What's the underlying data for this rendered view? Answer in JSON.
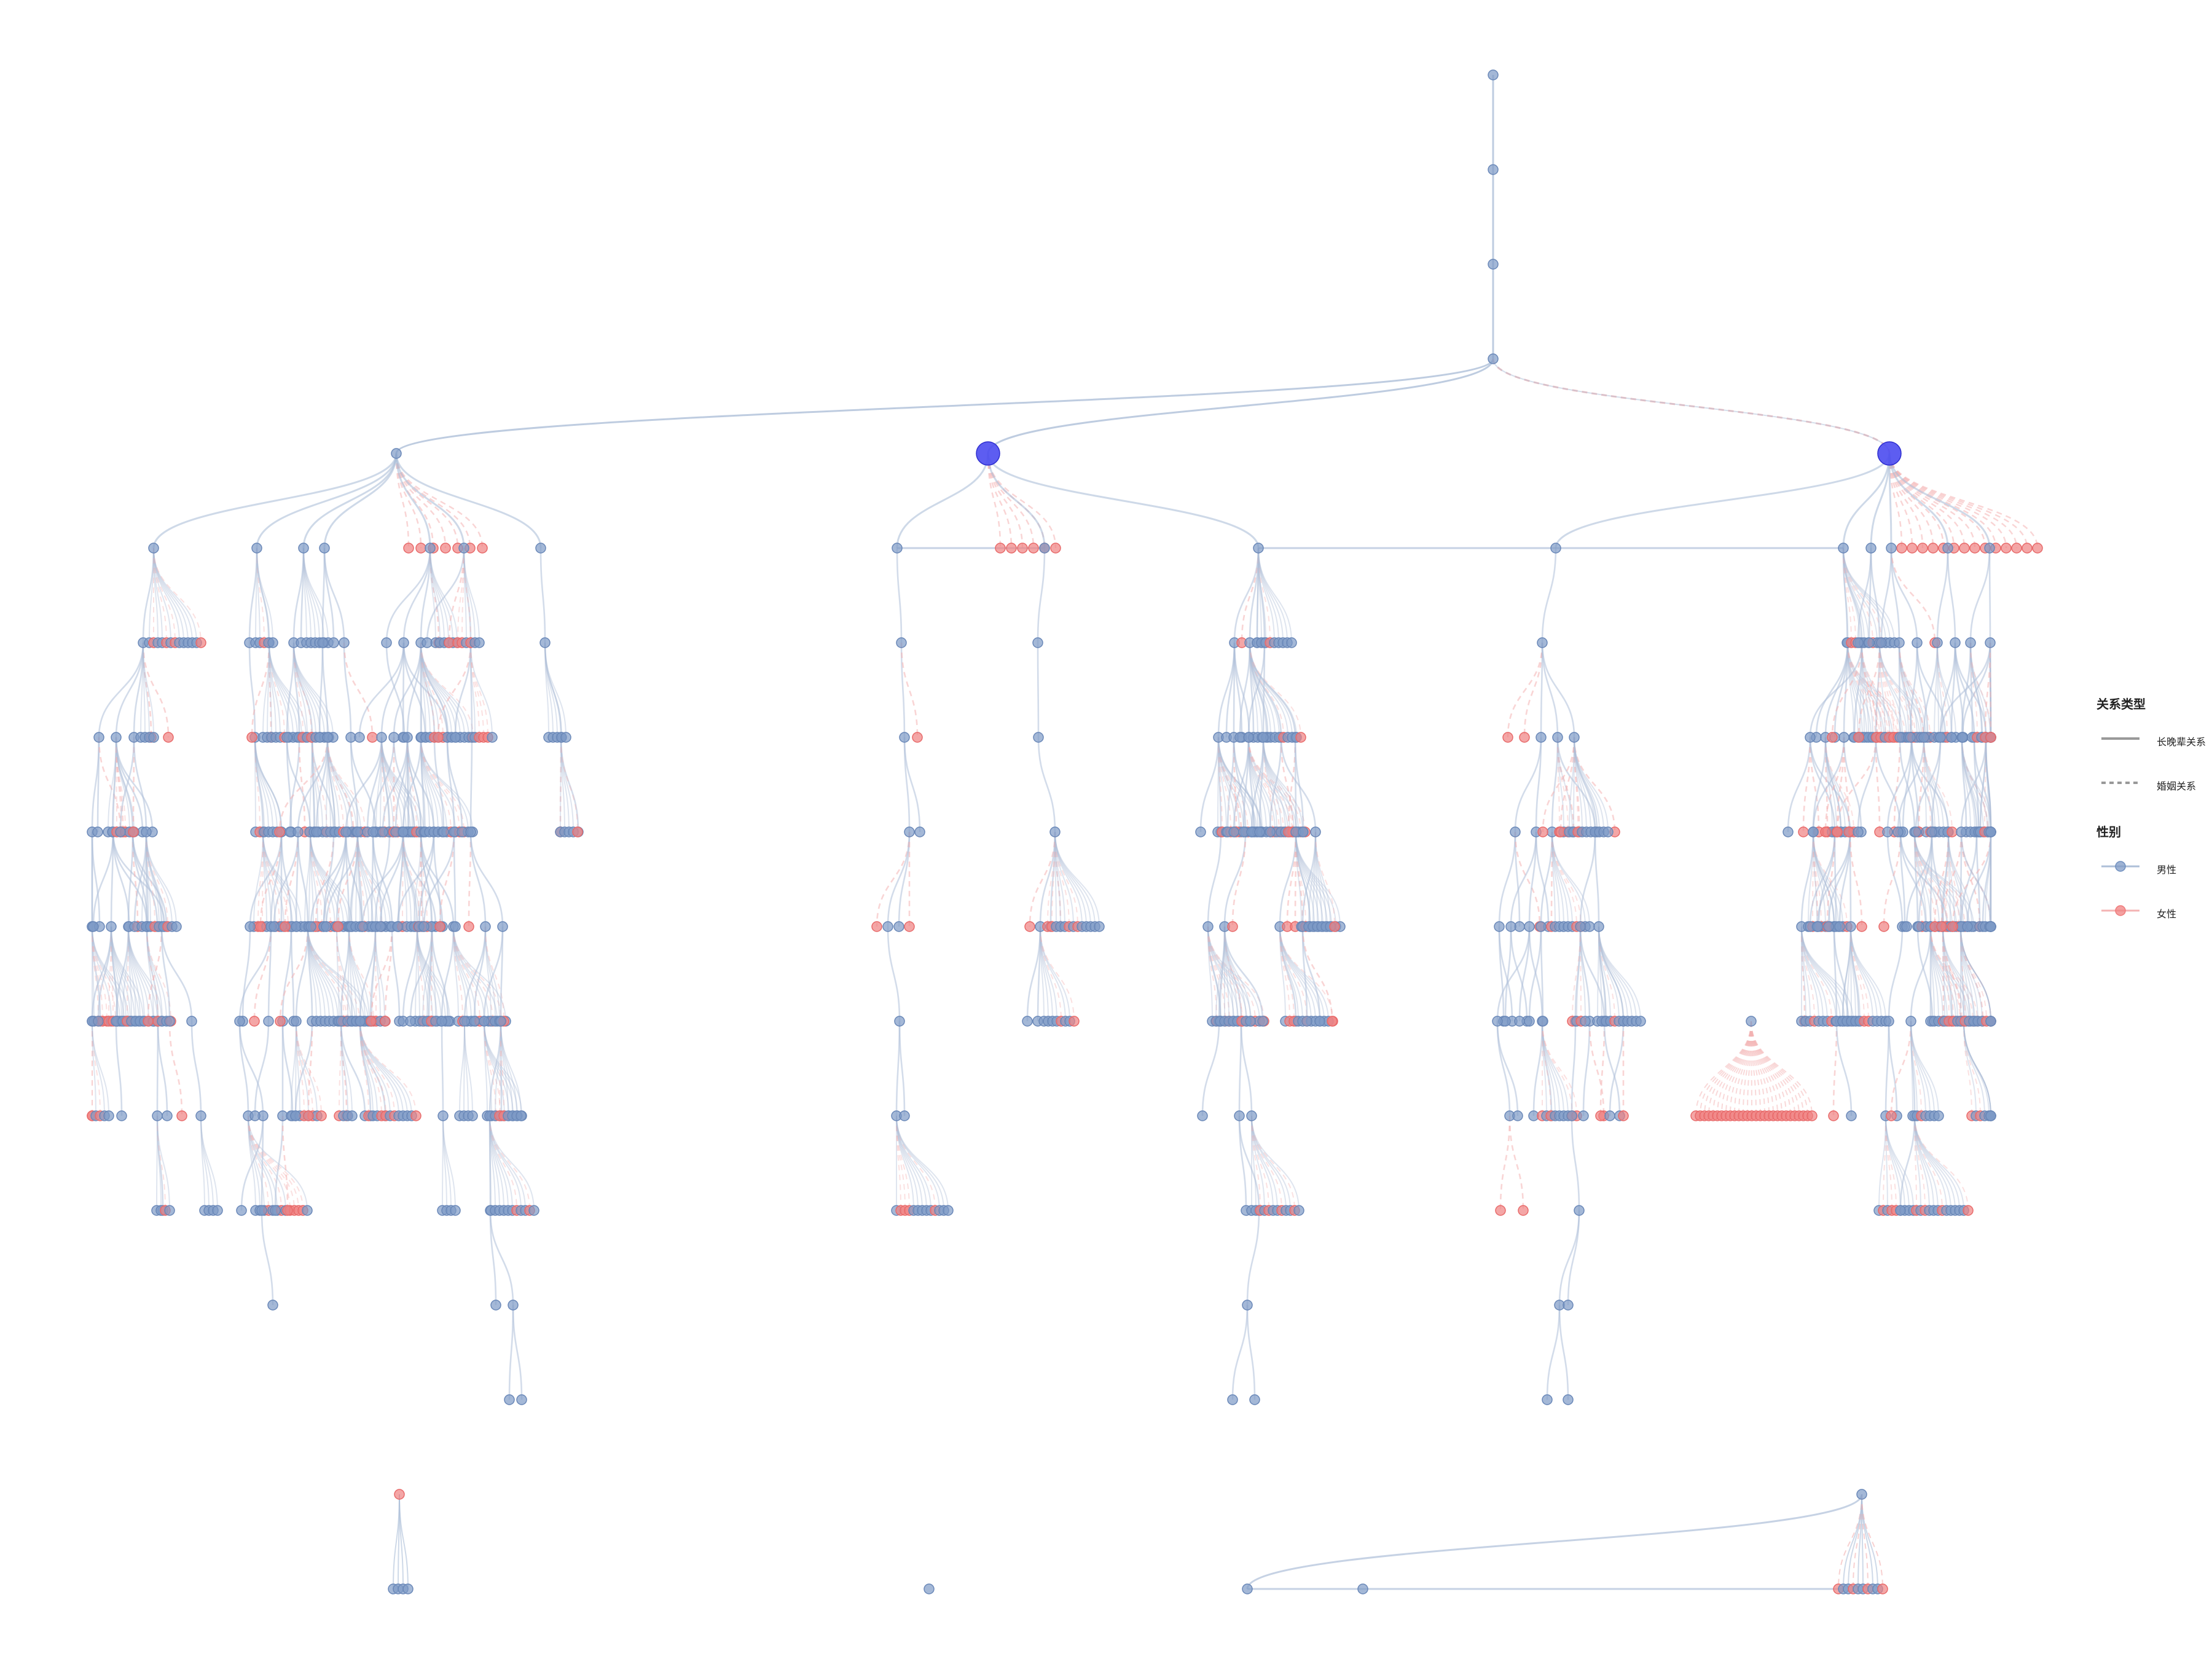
{
  "legend": {
    "relation_title": "关系类型",
    "relation_items": [
      {
        "label": "长晚辈关系",
        "style": "solid"
      },
      {
        "label": "婚姻关系",
        "style": "dashed"
      }
    ],
    "gender_title": "性别",
    "gender_items": [
      {
        "label": "男性",
        "color": "#6f8fbf"
      },
      {
        "label": "女性",
        "color": "#f07a7a"
      }
    ]
  },
  "colors": {
    "male_node": "#7e9ac6",
    "male_edge": "#aebfd8",
    "female_node": "#f08080",
    "female_edge": "#f4b3b3",
    "highlight_node": "#4b4bf0",
    "background": "#ffffff"
  },
  "graph": {
    "layout": "generational-tree",
    "generation_count": 17,
    "highlighted_node_count": 2
  }
}
